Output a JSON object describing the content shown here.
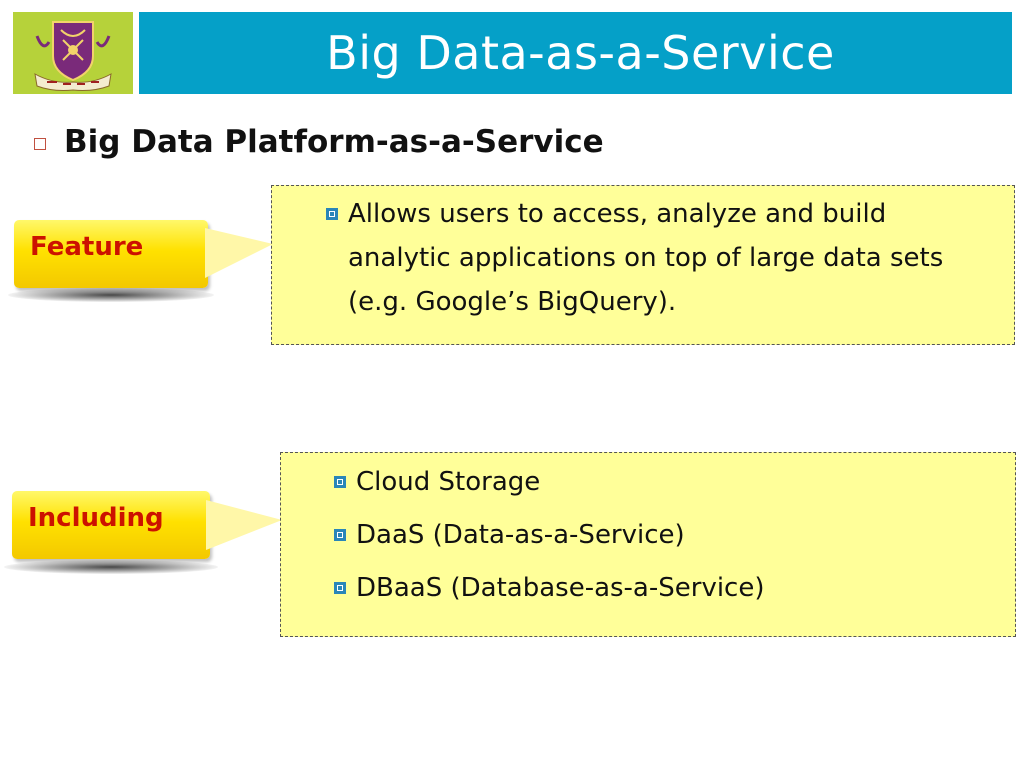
{
  "slide": {
    "title": "Big Data-as-a-Service",
    "heading": "Big Data Platform-as-a-Service"
  },
  "logo": {
    "icon": "university-crest-icon"
  },
  "feature": {
    "tag_label": "Feature",
    "text": "Allows users to access, analyze and build analytic applications on top of large data sets (e.g. Google’s BigQuery)."
  },
  "including": {
    "tag_label": "Including",
    "items": [
      "Cloud Storage",
      "DaaS (Data-as-a-Service)",
      "DBaaS (Database-as-a-Service)"
    ]
  },
  "colors": {
    "title_bar": "#05a0c8",
    "logo_bg": "#b6d23a",
    "box_bg": "#ffff99",
    "tag_text": "#cc1200",
    "bullet": "#2a86b8"
  }
}
